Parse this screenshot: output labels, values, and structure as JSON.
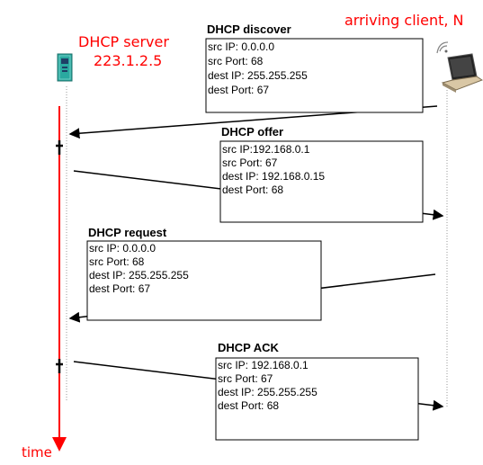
{
  "server": {
    "label": "DHCP server",
    "address": "223.1.2.5"
  },
  "client": {
    "label": "arriving client, N"
  },
  "time_label": "time",
  "messages": [
    {
      "title": "DHCP discover",
      "lines": [
        "src IP: 0.0.0.0",
        "src Port: 68",
        "dest IP: 255.255.255",
        "dest Port: 67"
      ]
    },
    {
      "title": "DHCP offer",
      "lines": [
        "src IP:192.168.0.1",
        "src Port: 67",
        "dest IP: 192.168.0.15",
        "dest Port: 68"
      ]
    },
    {
      "title": "DHCP request",
      "lines": [
        "src IP: 0.0.0.0",
        "src Port: 68",
        "dest IP: 255.255.255",
        "dest Port: 67"
      ]
    },
    {
      "title": "DHCP ACK",
      "lines": [
        "src IP: 192.168.0.1",
        "src Port: 67",
        "dest IP: 255.255.255",
        "dest Port: 68"
      ]
    }
  ],
  "colors": {
    "accent_red": "#ff0000",
    "server_icon": "#2aa9a0"
  },
  "icons": [
    "server-icon",
    "laptop-icon",
    "wifi-signal-icon",
    "timer-marker-icon"
  ]
}
